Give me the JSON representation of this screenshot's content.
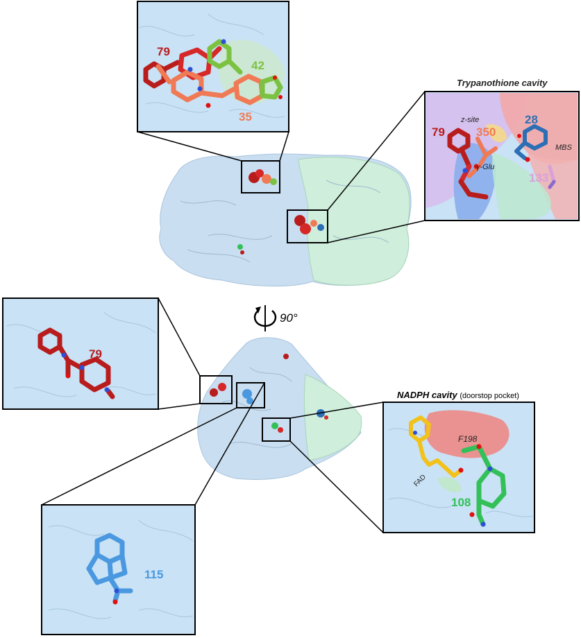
{
  "panels": {
    "top_left": {
      "labels": {
        "l79": "79",
        "l42": "42",
        "l35": "35"
      }
    },
    "trypanothione": {
      "title": "Trypanothione cavity",
      "labels": {
        "l79": "79",
        "l350": "350",
        "l28": "28",
        "l133": "133"
      },
      "regions": {
        "zsite": "z-site",
        "gglu": "γ-Glu",
        "mbs": "MBS"
      }
    },
    "left": {
      "labels": {
        "l79": "79"
      }
    },
    "bottom": {
      "labels": {
        "l115": "115"
      }
    },
    "nadph": {
      "title": "NADPH cavity",
      "subtitle": "(doorstop pocket)",
      "labels": {
        "l108": "108"
      },
      "regions": {
        "fad": "FAD",
        "f198": "F198"
      }
    }
  },
  "rotation": {
    "label": "90°"
  },
  "colors": {
    "c79": "#b81c1c",
    "c42": "#7cc242",
    "c35": "#f07a55",
    "c350": "#f07a55",
    "c28": "#2d6fb5",
    "c133": "#d9a0d9",
    "c115": "#4a98e0",
    "c108": "#34c058",
    "fad": "#f2c21a",
    "panel_bg": "#c9e2f5",
    "protein_a": "#c9def0",
    "protein_b": "#cfeedb"
  }
}
